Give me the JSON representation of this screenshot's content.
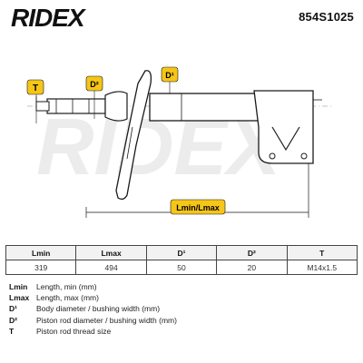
{
  "brand": "RIDEX",
  "part_number": "854S1025",
  "diagram": {
    "labels": {
      "t": "T",
      "d2": "D²",
      "d1": "D¹",
      "length": "Lmin/Lmax"
    }
  },
  "table": {
    "headers": [
      "Lmin",
      "Lmax",
      "D¹",
      "D²",
      "T"
    ],
    "values": [
      "319",
      "494",
      "50",
      "20",
      "M14x1.5"
    ]
  },
  "legend": [
    {
      "code": "Lmin",
      "desc": "Length, min (mm)"
    },
    {
      "code": "Lmax",
      "desc": "Length, max (mm)"
    },
    {
      "code": "D¹",
      "desc": "Body diameter / bushing width (mm)"
    },
    {
      "code": "D²",
      "desc": "Piston rod diameter / bushing width (mm)"
    },
    {
      "code": "T",
      "desc": "Piston rod thread size"
    }
  ],
  "colors": {
    "accent": "#f5c518",
    "line": "#1a1a1a",
    "watermark": "#e9e9e9"
  }
}
